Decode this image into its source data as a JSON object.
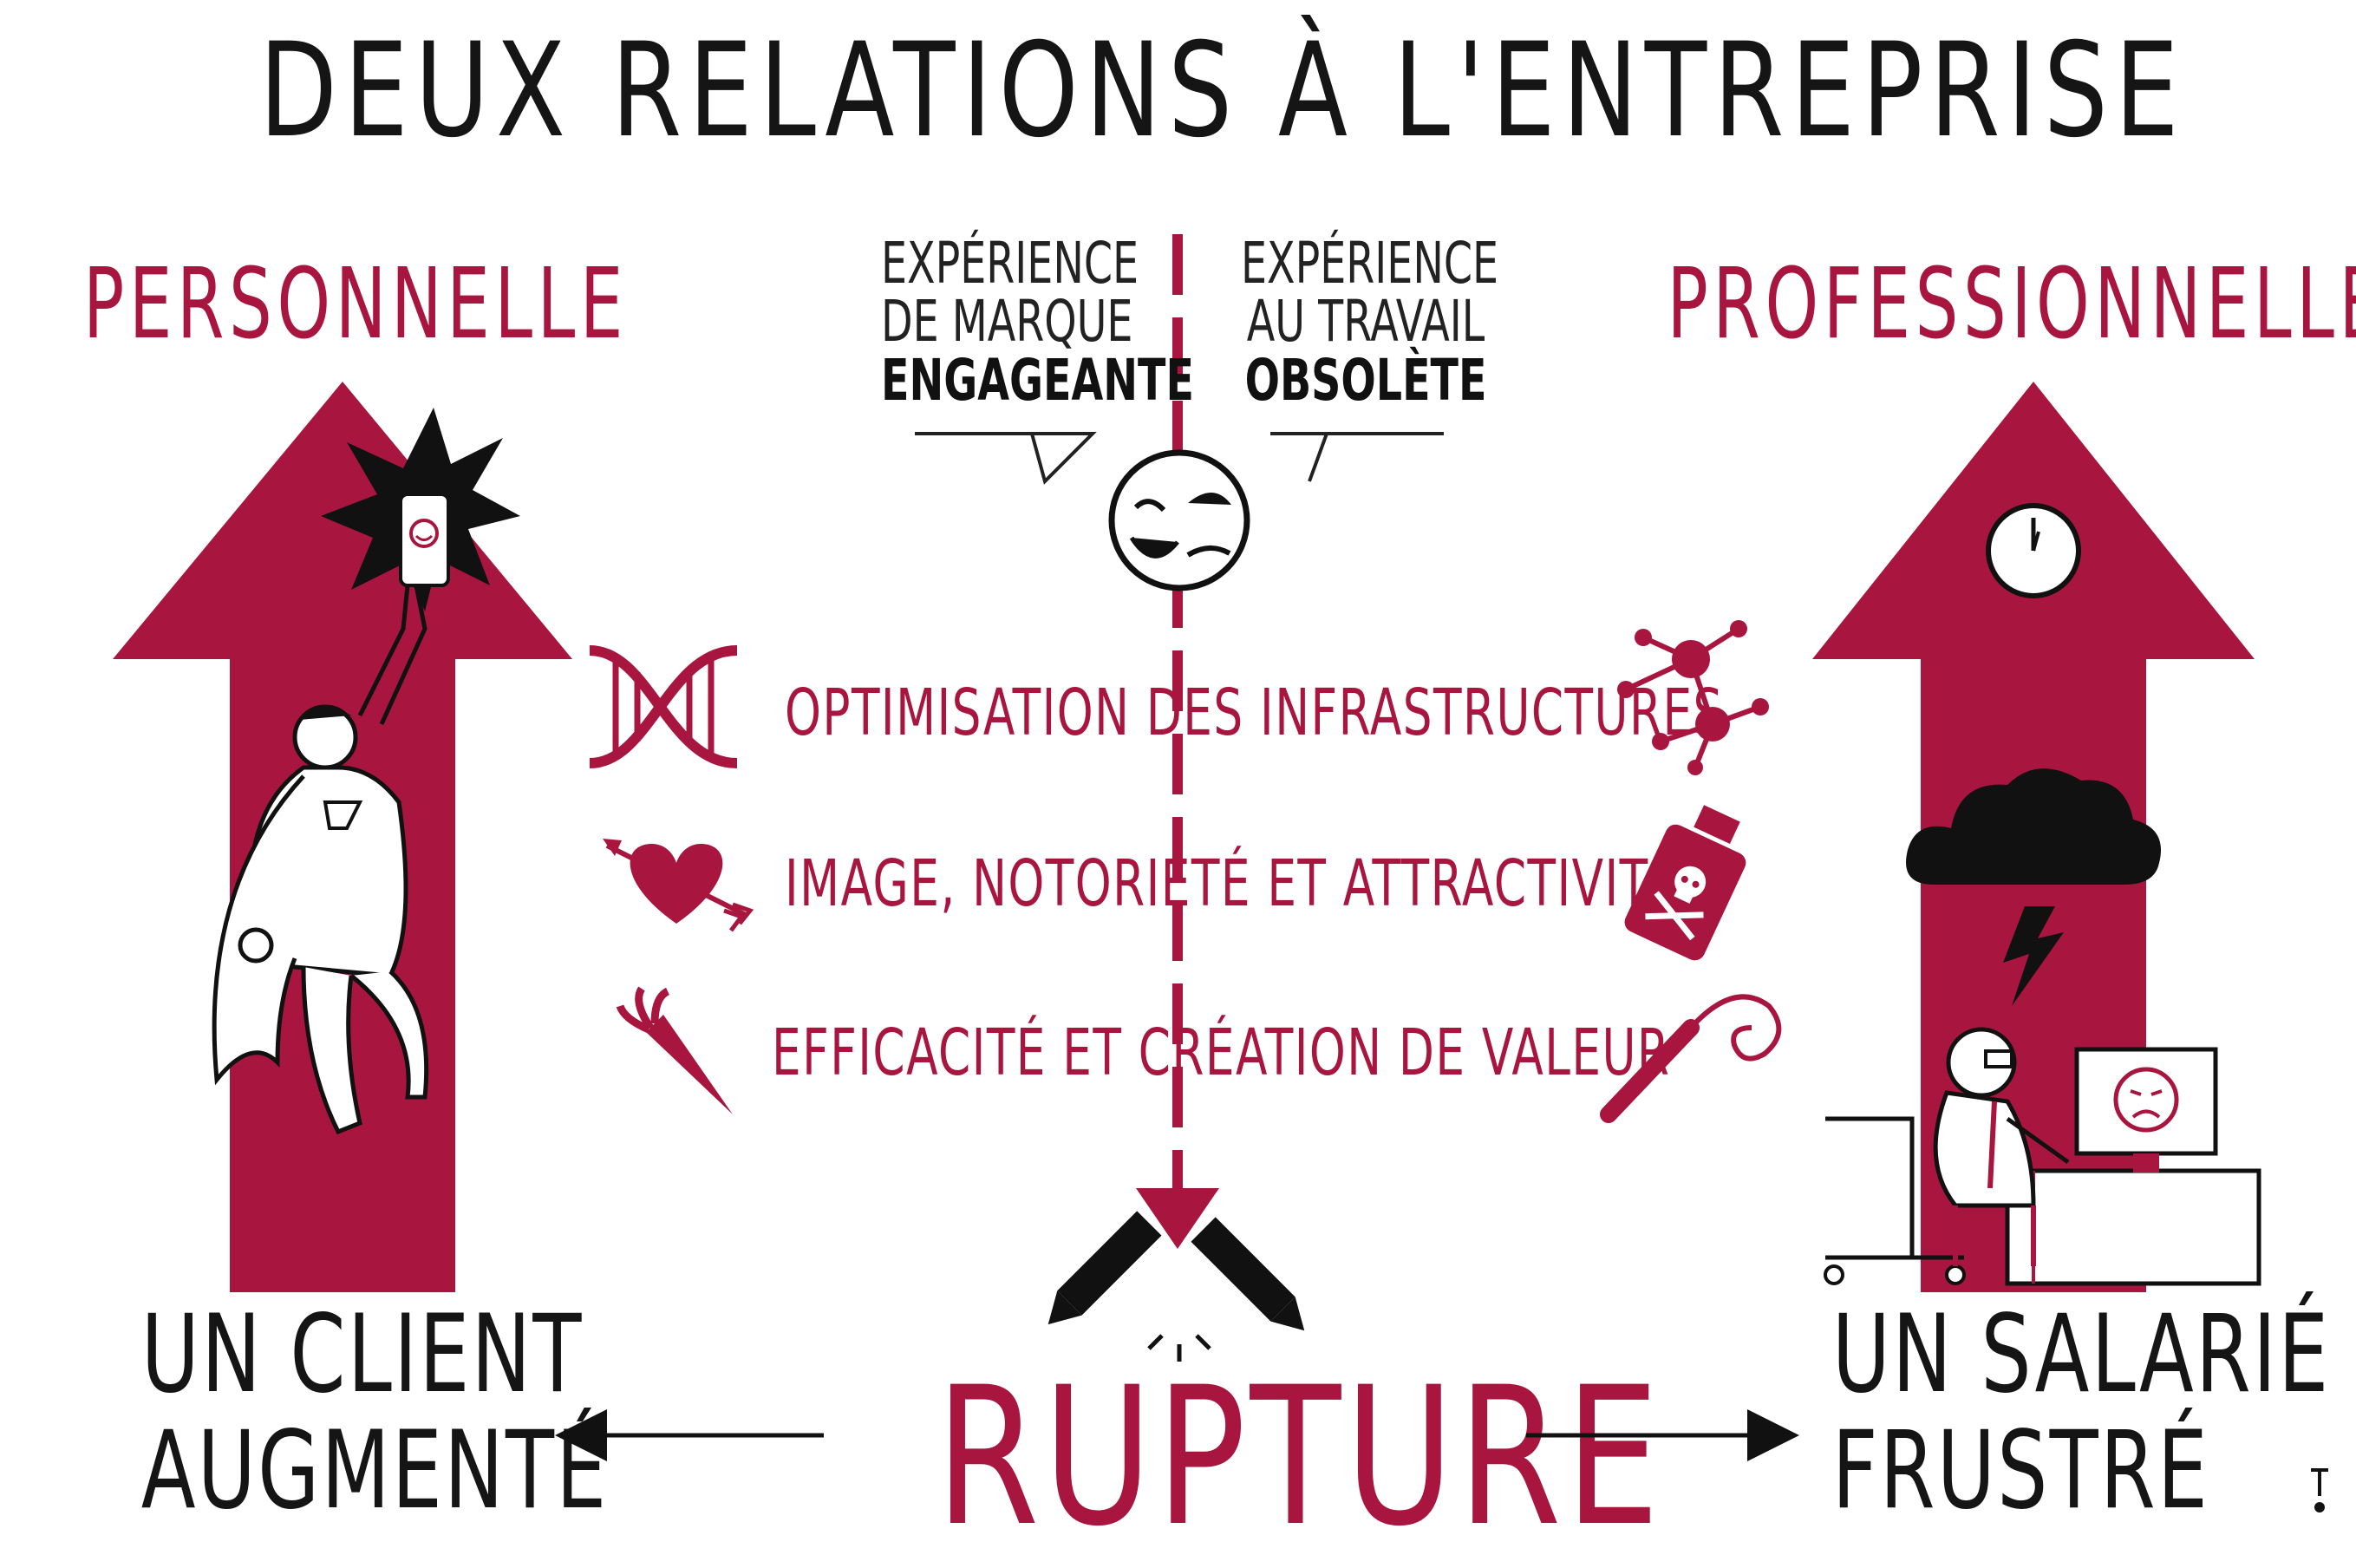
{
  "title": "DEUX RELATIONS À L'ENTREPRISE",
  "left": {
    "heading": "PERSONNELLE",
    "bottom_line1": "UN CLIENT",
    "bottom_line2": "AUGMENTÉ"
  },
  "right": {
    "heading": "PROFESSIONNELLE",
    "bottom_line1": "UN SALARIÉ",
    "bottom_line2": "FRUSTRÉ"
  },
  "quotes": {
    "left": {
      "line1": "EXPÉRIENCE",
      "line2": "DE MARQUE",
      "emphasis": "ENGAGEANTE"
    },
    "right": {
      "line1": "EXPÉRIENCE",
      "line2": "AU TRAVAIL",
      "emphasis": "OBSOLÈTE"
    }
  },
  "benefits": [
    {
      "label": "OPTIMISATION DES INFRASTRUCTURES",
      "left_icon": "dna-icon",
      "right_icon": "molecule-icon"
    },
    {
      "label": "IMAGE, NOTORIÉTÉ ET ATTRACTIVITÉ",
      "left_icon": "heart-arrow-icon",
      "right_icon": "poison-bottle-icon"
    },
    {
      "label": "EFFICACITÉ ET CRÉATION DE VALEUR",
      "left_icon": "carrot-icon",
      "right_icon": "whip-icon"
    }
  ],
  "center_label": "RUPTURE",
  "colors": {
    "accent": "#a8163f",
    "ink": "#151515",
    "background": "#ffffff"
  },
  "illustrations": [
    "superhero-with-phone",
    "frustrated-office-worker",
    "wink-and-annoyed-face",
    "broken-pencils",
    "clock-icon",
    "storm-cloud-icon"
  ]
}
